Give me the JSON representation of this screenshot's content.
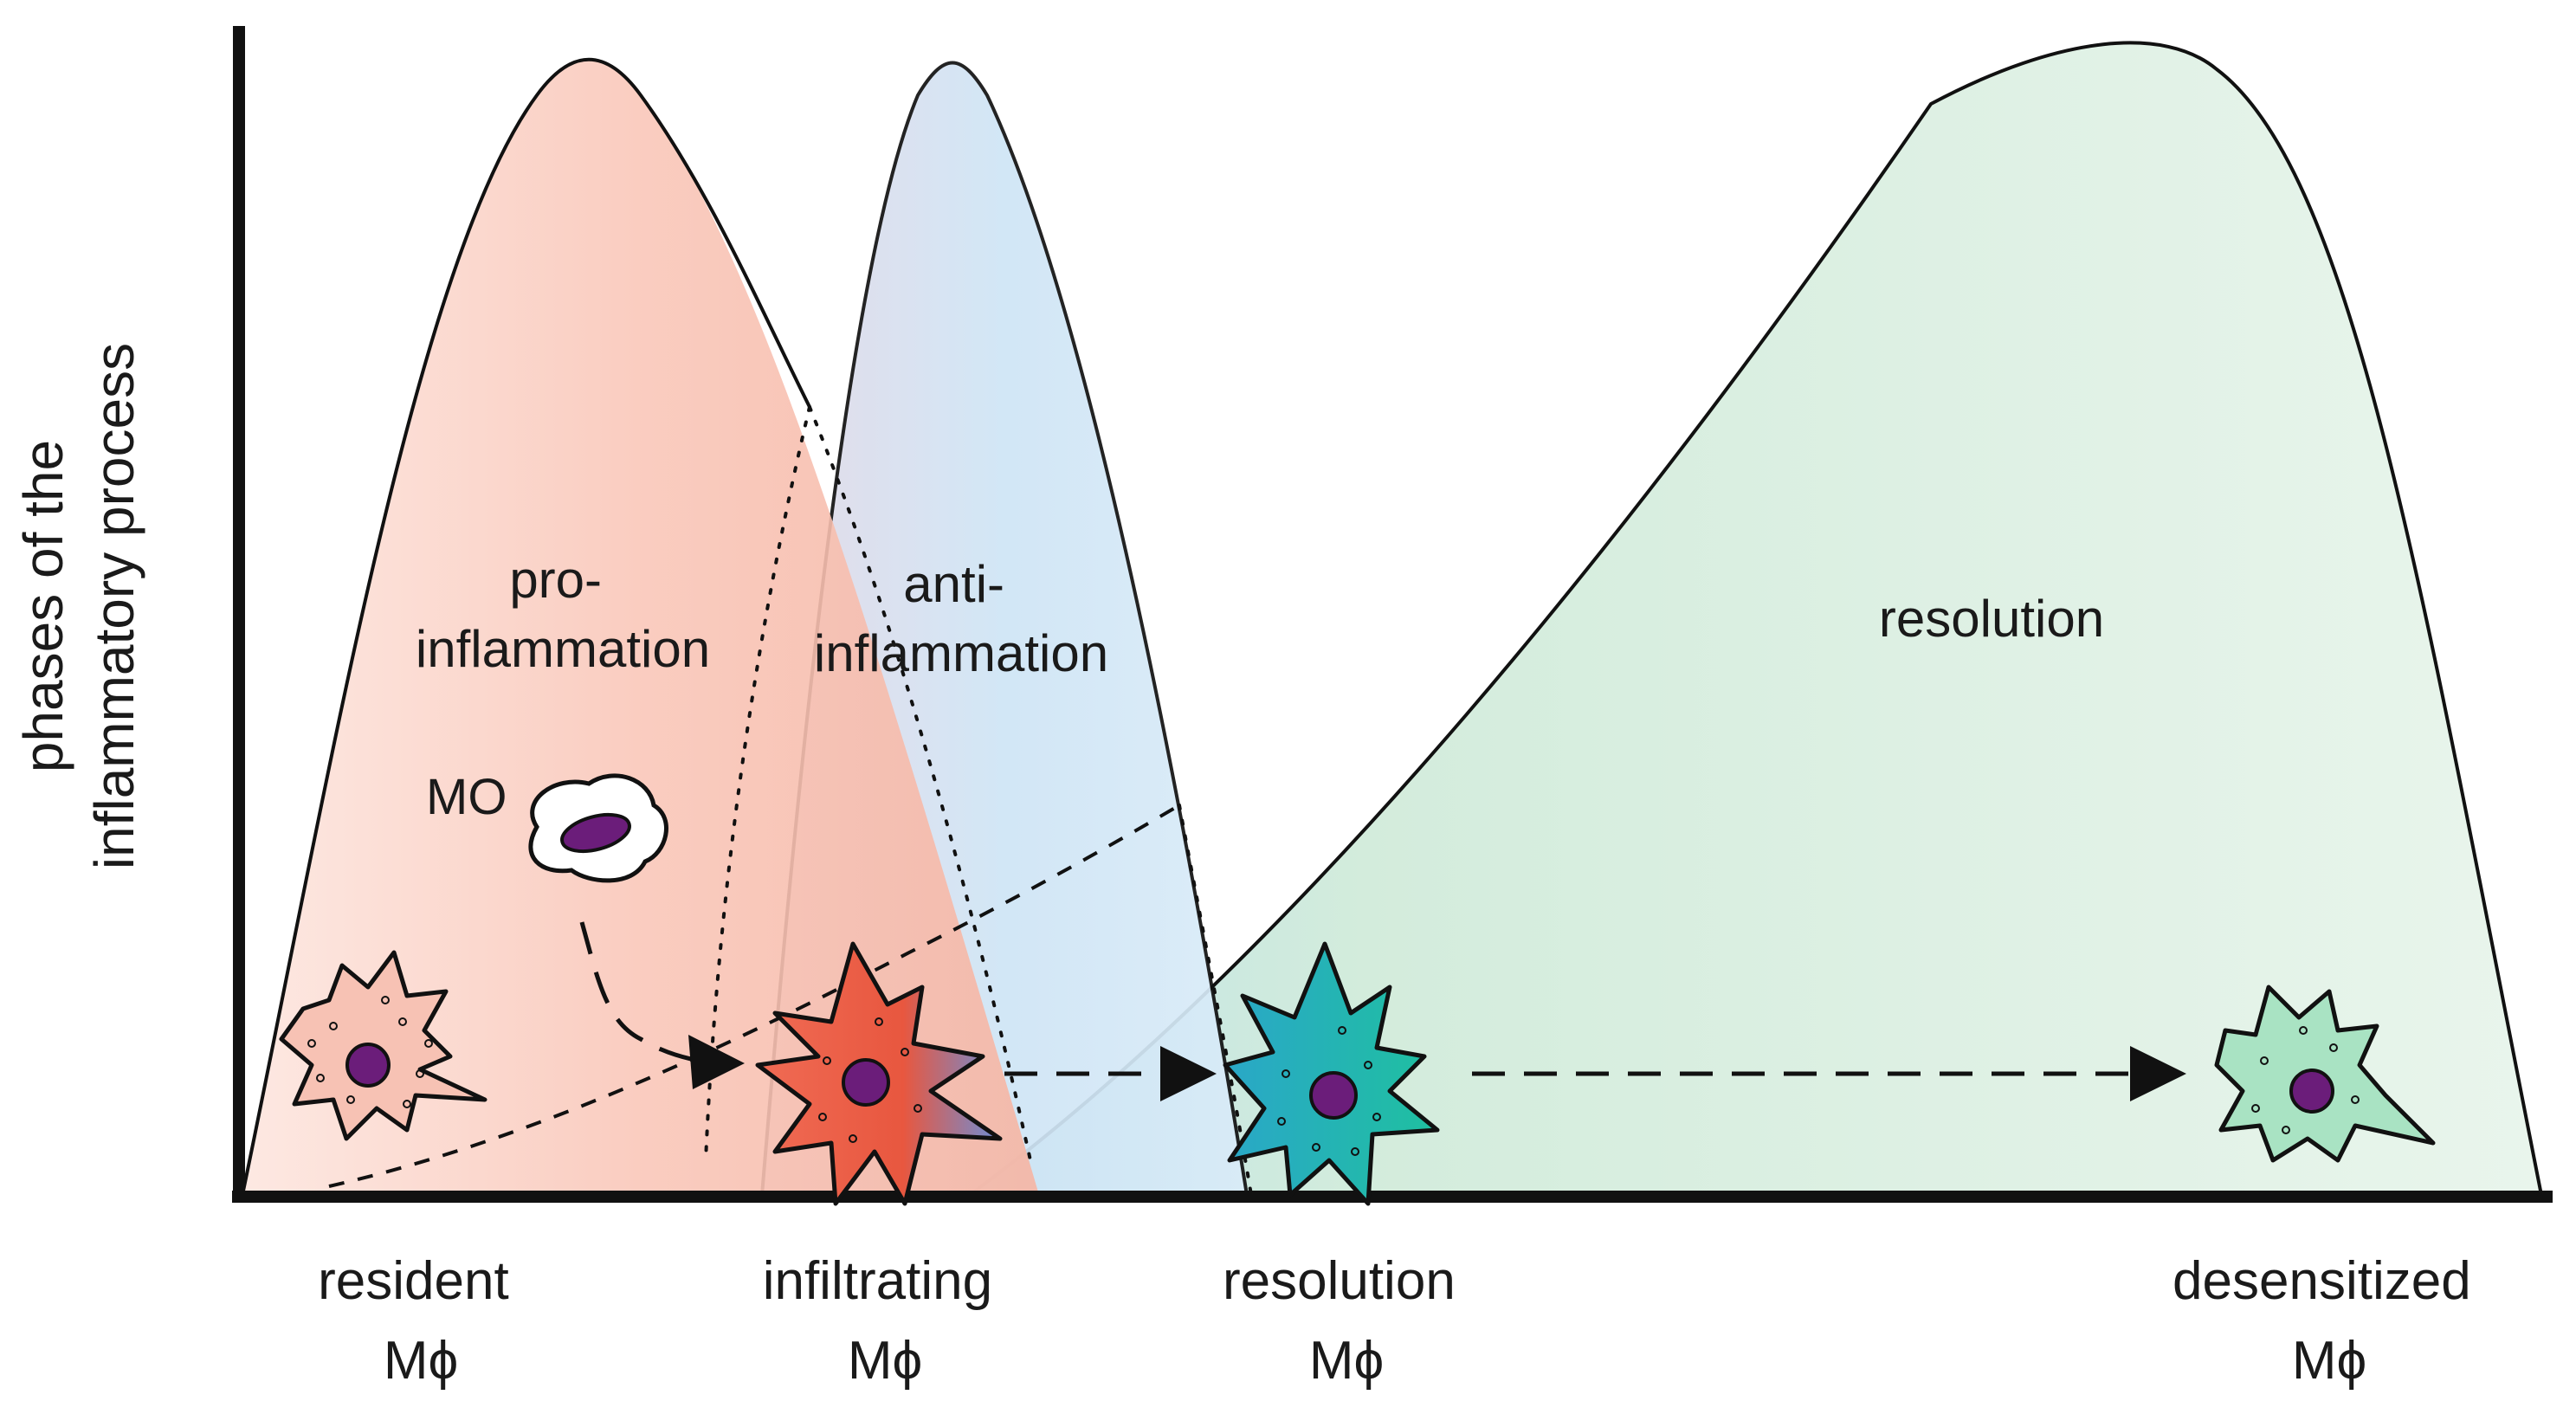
{
  "yaxis_label_line1": "phases of the",
  "yaxis_label_line2": "inflammatory process",
  "phases": [
    {
      "line1": "pro-",
      "line2": "inflammation",
      "color": "#f9c9bd"
    },
    {
      "line1": "anti-",
      "line2": "inflammation",
      "color": "#cde6f7"
    },
    {
      "line1": "resolution",
      "line2": "",
      "color": "#d8eedc"
    }
  ],
  "monocyte_label": "MO",
  "cells": [
    {
      "name": "resident",
      "line1": "resident",
      "line2": "Mϕ",
      "color": "#f4b3a3"
    },
    {
      "name": "infiltrating",
      "line1": "infiltrating",
      "line2": "Mϕ",
      "color": "#e8573f"
    },
    {
      "name": "resolution",
      "line1": "resolution",
      "line2": "Mϕ",
      "color": "#1ab5a0"
    },
    {
      "name": "desensitized",
      "line1": "desensitized",
      "line2": "Mϕ",
      "color": "#a7e3c1"
    }
  ],
  "nucleus_color": "#6b1d7a"
}
